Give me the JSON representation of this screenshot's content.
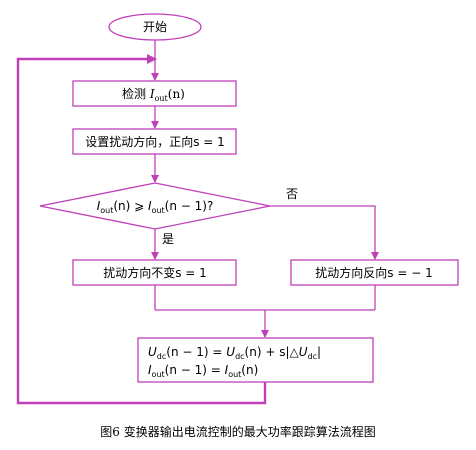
{
  "diagram": {
    "start": "开始",
    "step_detect": "检测",
    "step_perturb": "设置扰动方向，正向s = 1",
    "decision": "I(n) ⩾ I(n − 1)?",
    "yes": "是",
    "no": "否",
    "keep_direction": "扰动方向不变s = 1",
    "reverse_direction": "扰动方向反向s = − 1",
    "update_line1": "U(n − 1) = U(n) + s|△U|",
    "update_line2": "I(n − 1) = I(n)",
    "caption": "图6  变换器输出电流控制的最大功率跟踪算法流程图"
  },
  "colors": {
    "line": "#c040b8"
  }
}
